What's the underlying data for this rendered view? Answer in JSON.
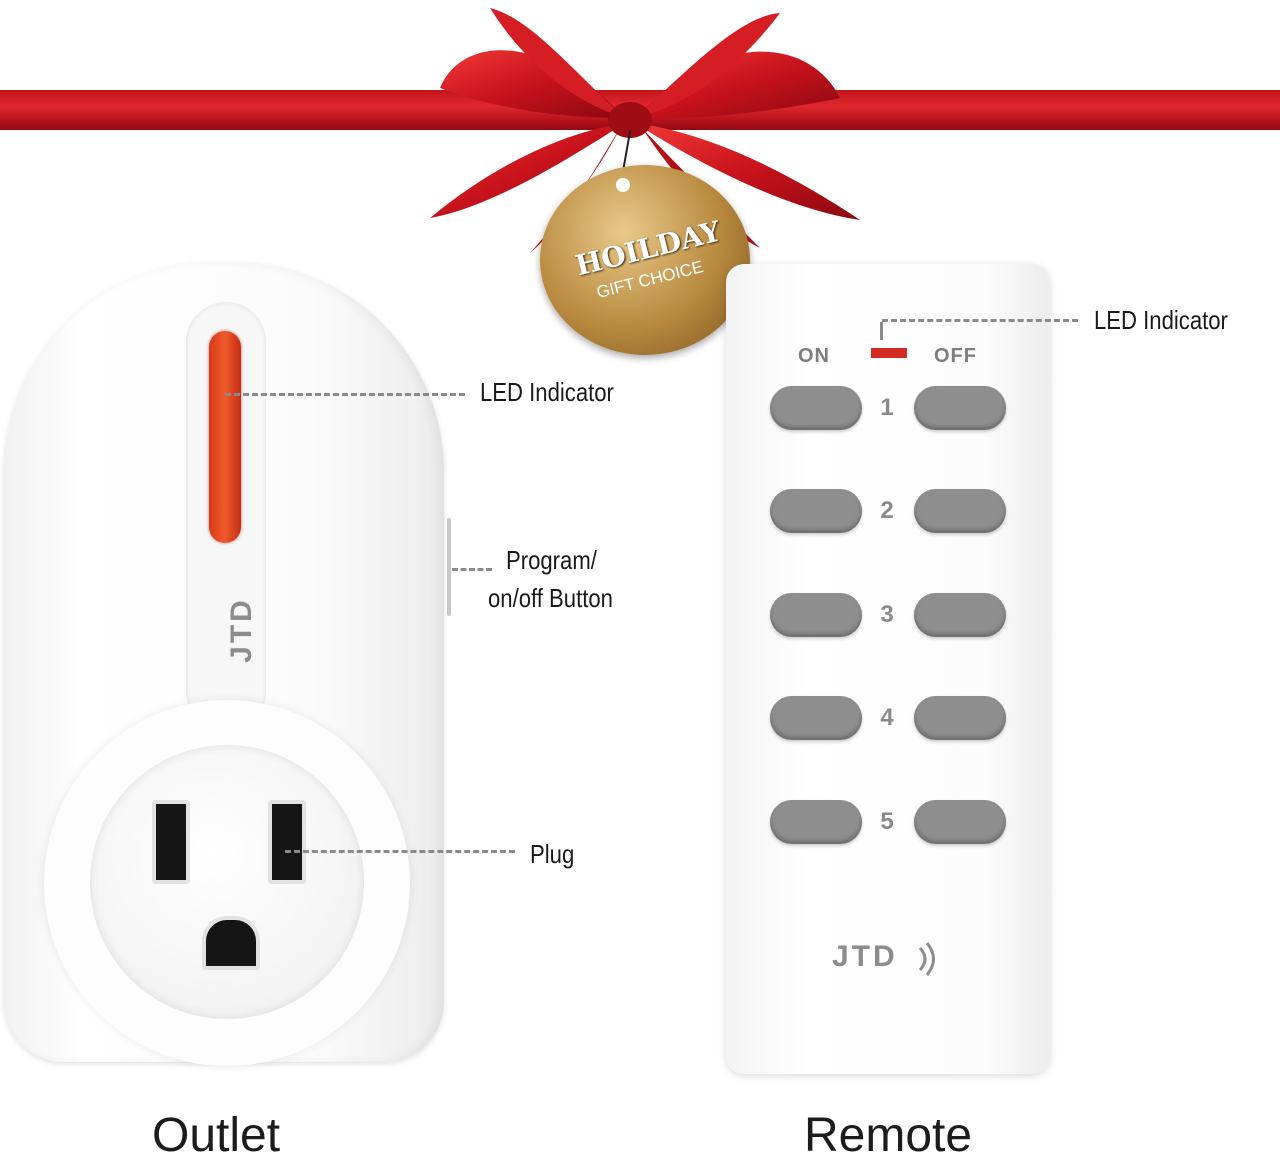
{
  "colors": {
    "ribbon": "#c2141c",
    "led": "#e0451f",
    "remote_button": "#8e8e8e",
    "tag_gold": "#b8893e"
  },
  "gift_tag": {
    "title": "HOILDAY",
    "subtitle": "GIFT CHOICE"
  },
  "outlet": {
    "logo": "JTD",
    "callouts": {
      "led": "LED Indicator",
      "program_line1": "Program/",
      "program_line2": "on/off Button",
      "plug": "Plug"
    },
    "caption": "Outlet"
  },
  "remote": {
    "on_label": "ON",
    "off_label": "OFF",
    "led_callout": "LED Indicator",
    "channels": [
      "1",
      "2",
      "3",
      "4",
      "5"
    ],
    "logo": "JTD",
    "caption": "Remote"
  }
}
